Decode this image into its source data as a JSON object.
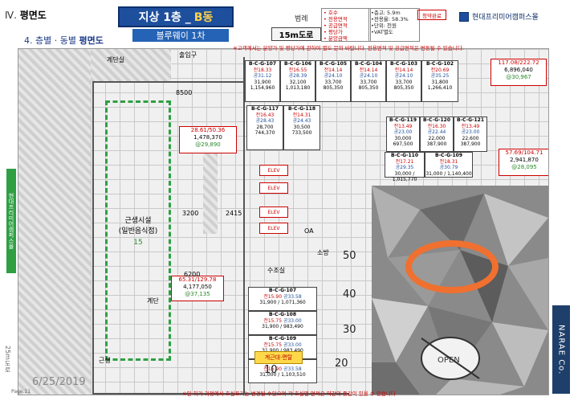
{
  "header": {
    "section_num": "Ⅳ.",
    "section_name": "평면도",
    "sub_title_prefix": "4. 층별 · 동별",
    "sub_title_bold": "평면도",
    "floor_badge_main": "지상 1층 _",
    "floor_badge_sub": "B동",
    "bridge_label": "블루웨이 1차",
    "legend_word": "범례",
    "legend_left": [
      "• 호수",
      "• 전용면적",
      "• 공급면적",
      "• 평당가",
      "• 분양금액"
    ],
    "legend_right": [
      "•층고: 5.9m",
      "•전용율: 58.3%",
      "•단위: 천원",
      "•VAT별도"
    ],
    "sold_badge": "청약완료",
    "brand_name": "현대프리미어캠퍼스몰",
    "road_label": "15m도로"
  },
  "notices": {
    "top": "※고객께서는 분양가 및 평당가에 관하여 별도 문의 바랍니다. 전용면적 및 공급면적은 변동될 수 있습니다.",
    "bottom": "※인·허가 과정에서 호실표기는 변경될 수있으며 각 호실별 면적은 약간의 증감이 있을 수 있습니다"
  },
  "units_top_row": [
    {
      "id": "B-C-G-107",
      "ex": "전18.33",
      "sp": "공31.12",
      "pp": "31,900",
      "price": "1,154,960"
    },
    {
      "id": "B-C-G-106",
      "ex": "전16.55",
      "sp": "공28.39",
      "pp": "32,100",
      "price": "1,013,180"
    },
    {
      "id": "B-C-G-105",
      "ex": "전14.14",
      "sp": "공24.10",
      "pp": "33,700",
      "price": "805,350"
    },
    {
      "id": "B-C-G-104",
      "ex": "전14.14",
      "sp": "공24.10",
      "pp": "33,700",
      "price": "805,350"
    },
    {
      "id": "B-C-G-103",
      "ex": "전14.14",
      "sp": "공24.10",
      "pp": "33,700",
      "price": "805,350"
    },
    {
      "id": "B-C-G-102",
      "ex": "전20.69",
      "sp": "공35.25",
      "pp": "31,800",
      "price": "1,266,410"
    }
  ],
  "units_mid_row": [
    {
      "id": "B-C-G-117",
      "ex": "전16.43",
      "sp": "공28.43",
      "pp": "28,700",
      "price": "744,370"
    },
    {
      "id": "B-C-G-118",
      "ex": "전14.31",
      "sp": "공24.43",
      "pp": "30,500",
      "price": "733,500"
    },
    {
      "id": "B-C-G-119",
      "ex": "전13.49",
      "sp": "공23.00",
      "pp": "30,000",
      "price": "697,500"
    },
    {
      "id": "B-C-G-120",
      "ex": "전16.30",
      "sp": "공22.44",
      "pp": "22,000",
      "price": "387,900"
    },
    {
      "id": "B-C-G-121",
      "ex": "전13.49",
      "sp": "공23.00",
      "pp": "22,600",
      "price": "387,900"
    }
  ],
  "units_bottom_right": [
    {
      "id": "B-C-G-110",
      "ex": "전17.21",
      "sp": "공29.35",
      "pp": "30,000 / 1,015,770"
    },
    {
      "id": "B-C-G-109",
      "ex": "전18.31",
      "sp": "공30.79",
      "pp": "31,000 / 1,140,400"
    }
  ],
  "units_lower_stack": [
    {
      "id": "B-C-G-107",
      "ex": "전15.90",
      "sp": "공33.58",
      "pp": "31,900 / 1,071,360"
    },
    {
      "id": "B-C-G-108",
      "ex": "전15.75",
      "sp": "공33.00",
      "pp": "31,900 / 983,490"
    },
    {
      "id": "B-C-G-109",
      "ex": "전15.75",
      "sp": "공33.00",
      "pp": "31,900 / 983,490"
    },
    {
      "id": "B-C-G-110",
      "ex": "전15.90",
      "sp": "공33.58",
      "pp": "31,000 / 1,103,510"
    }
  ],
  "callouts": [
    {
      "area": "28.61/50.36",
      "price": "1,478,370",
      "py": "@29,890"
    },
    {
      "area": "117.08/222.72",
      "price": "6,896,040",
      "py": "@30,967"
    },
    {
      "area": "57.69/104.71",
      "price": "2,941,870",
      "py": "@28,095"
    },
    {
      "area": "65.31/129.78",
      "price": "4,177,050",
      "py": "@37,135"
    }
  ],
  "plan_labels": {
    "rest_area": "근생시설",
    "rest_area_sub": "(일반음식점)",
    "rest_area_num": "15",
    "entrance": "출입구",
    "elevator": "ELEV",
    "stairs": "계단",
    "oa": "OA",
    "restroom": "소방",
    "water": "수조실",
    "bottom_left": "근생",
    "yellow_tag": "계근대·면탈",
    "num_8500": "8500",
    "num_3200": "3200",
    "num_6200": "6200",
    "num_50": "50",
    "num_40": "40",
    "num_30": "30",
    "num_20": "20",
    "num_10": "10",
    "stair_room": "계단실",
    "dim_a": "2415"
  },
  "side_labels": {
    "left_green": "현대프리미어캠퍼스몰",
    "left_bottom": "25m도로",
    "right_brand": "NARAE Co."
  },
  "footer": {
    "date": "6/25/2019",
    "page": "Page.11"
  }
}
